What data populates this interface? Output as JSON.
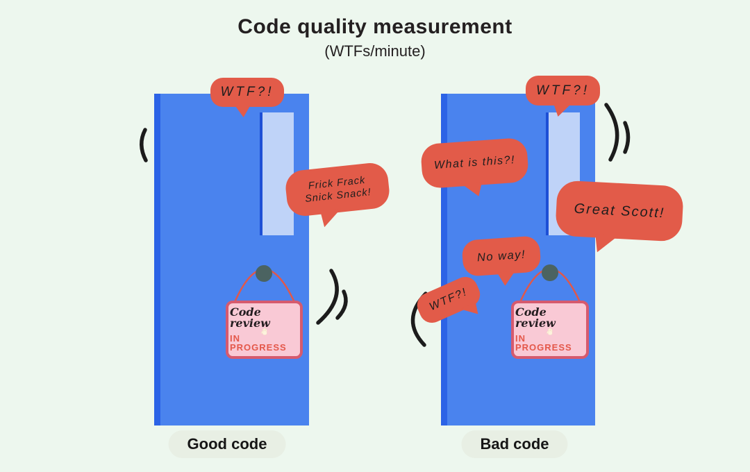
{
  "title": "Code quality measurement",
  "subtitle": "(WTFs/minute)",
  "left_door": {
    "label": "Good code",
    "bubbles": {
      "wtf": "WTF?!",
      "frick_line1": "Frick Frack",
      "frick_line2": "Snick Snack!"
    },
    "sign": {
      "title": "Code review",
      "status": "IN PROGRESS",
      "icon": "raised-hand-icon"
    }
  },
  "right_door": {
    "label": "Bad code",
    "bubbles": {
      "wtf_top": "WTF?!",
      "what": "What is this?!",
      "great": "Great Scott!",
      "no_way": "No way!",
      "wtf_side": "WTF?!"
    },
    "sign": {
      "title": "Code review",
      "status": "IN PROGRESS",
      "icon": "raised-hand-icon"
    }
  },
  "colors": {
    "background": "#edf7ee",
    "door": "#4a83ee",
    "door_edge": "#2c63e6",
    "window": "#bfd3f8",
    "window_edge": "#1d4fd6",
    "bubble": "#e25b49",
    "bubble_text": "#1d1d1d",
    "sign_bg": "#f9c9d5",
    "sign_border": "#d65a6e",
    "sign_status": "#e4584a",
    "knob": "#4b6361",
    "string": "#e0584a",
    "arc": "#1c1c1c",
    "pill": "#e8efe4",
    "text": "#242021",
    "hand": "#fdf3dd"
  }
}
